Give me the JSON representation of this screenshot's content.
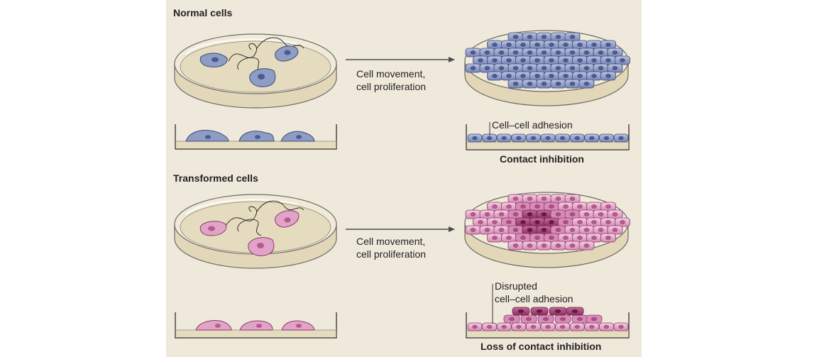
{
  "normal": {
    "heading": "Normal cells",
    "arrow_line1": "Cell movement,",
    "arrow_line2": "cell proliferation",
    "adhesion_label": "Cell–cell adhesion",
    "result_label": "Contact inhibition"
  },
  "transformed": {
    "heading": "Transformed cells",
    "arrow_line1": "Cell movement,",
    "arrow_line2": "cell proliferation",
    "adhesion_line1": "Disrupted",
    "adhesion_line2": "cell–cell adhesion",
    "result_label": "Loss of contact inhibition"
  },
  "colors": {
    "background_panel": "#efe9dc",
    "dish_fill": "#e5dcc0",
    "normal_cell": "#8e9cc6",
    "normal_nucleus": "#4b5a8f",
    "transformed_cell": "#e2a3c8",
    "transformed_dark_cell": "#9c3e73",
    "arrow": "#4a4d52"
  }
}
